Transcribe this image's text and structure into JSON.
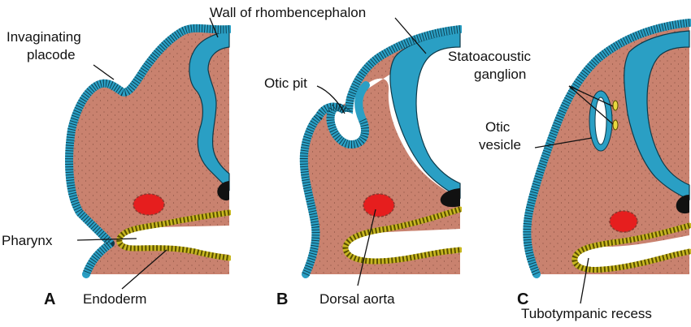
{
  "panels": [
    {
      "letter": "A"
    },
    {
      "letter": "B"
    },
    {
      "letter": "C"
    }
  ],
  "labels": {
    "wall_of_rhombencephalon": "Wall of rhombencephalon",
    "invaginating_placode": [
      "Invaginating",
      "placode"
    ],
    "otic_pit": "Otic pit",
    "statoacoustic_ganglion": [
      "Statoacoustic",
      "ganglion"
    ],
    "otic_vesicle": [
      "Otic",
      "vesicle"
    ],
    "pharynx": "Pharynx",
    "endoderm": "Endoderm",
    "dorsal_aorta": "Dorsal aorta",
    "tubotympanic_recess": "Tubotympanic recess"
  },
  "colors": {
    "mesenchyme": "#c9826f",
    "ectoderm": "#2a9fc4",
    "endoderm": "#c8b820",
    "dorsal_aorta": "#e61e1e",
    "notochord": "#111111"
  }
}
